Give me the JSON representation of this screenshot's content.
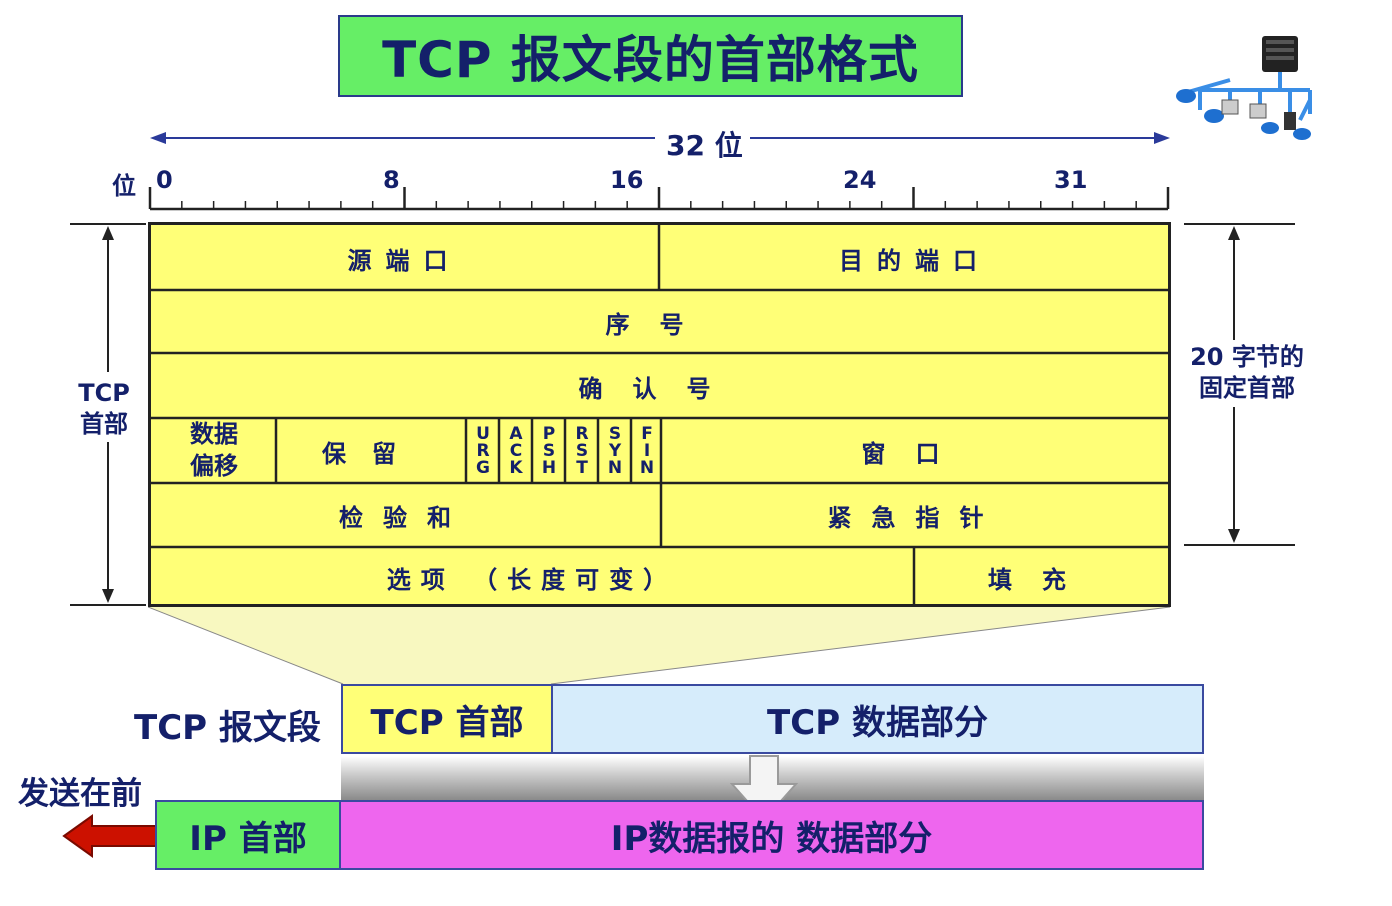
{
  "title": "TCP 报文段的首部格式",
  "ruler": {
    "width_label": "32 位",
    "bit_label": "位",
    "ticks": [
      "0",
      "8",
      "16",
      "24",
      "31"
    ]
  },
  "header_fields": {
    "source_port": "源端口",
    "dest_port": "目的端口",
    "sequence_number": "序号",
    "ack_number": "确认号",
    "data_offset_line1": "数据",
    "data_offset_line2": "偏移",
    "reserved": "保留",
    "flags": [
      {
        "name": "URG",
        "letters": [
          "U",
          "R",
          "G"
        ]
      },
      {
        "name": "ACK",
        "letters": [
          "A",
          "C",
          "K"
        ]
      },
      {
        "name": "PSH",
        "letters": [
          "P",
          "S",
          "H"
        ]
      },
      {
        "name": "RST",
        "letters": [
          "R",
          "S",
          "T"
        ]
      },
      {
        "name": "SYN",
        "letters": [
          "S",
          "Y",
          "N"
        ]
      },
      {
        "name": "FIN",
        "letters": [
          "F",
          "I",
          "N"
        ]
      }
    ],
    "window": "窗口",
    "checksum": "检验和",
    "urgent_pointer": "紧急指针",
    "options": "选项 （长度可变）",
    "padding": "填充"
  },
  "side_labels": {
    "tcp_header_line1": "TCP",
    "tcp_header_line2": "首部",
    "fixed_line1": "20 字节的",
    "fixed_line2": "固定首部"
  },
  "segment": {
    "label": "TCP 报文段",
    "header": "TCP 首部",
    "data": "TCP 数据部分"
  },
  "ip": {
    "send_first": "发送在前",
    "header": "IP 首部",
    "data": "IP数据报的 数据部分"
  },
  "colors": {
    "title_bg": "#66ee66",
    "field_bg": "#ffff77",
    "tcp_data_bg": "#d6ecfb",
    "ip_header_bg": "#66ee66",
    "ip_data_bg": "#ee66ee",
    "text": "#14206a",
    "arrow_red": "#cc1100"
  },
  "icons": [
    "network-icon",
    "down-arrow-icon",
    "left-arrow-icon"
  ]
}
